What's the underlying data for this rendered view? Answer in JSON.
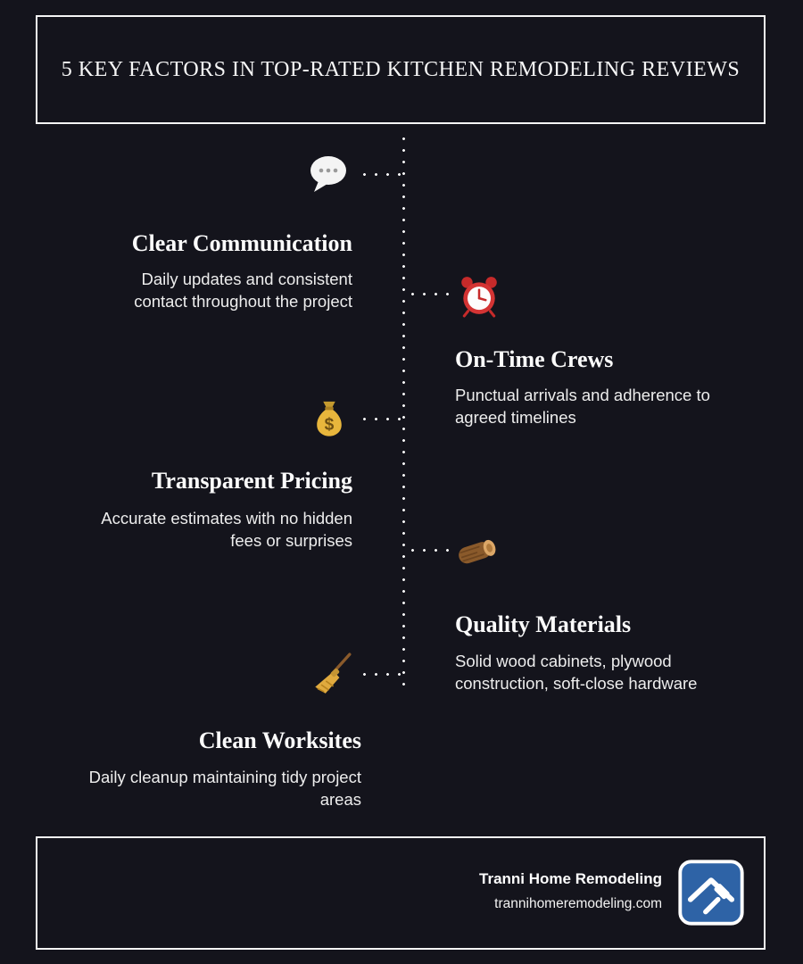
{
  "page": {
    "background": "#14141c",
    "text_color": "#f2f2f2",
    "logo_blue": "#2e63a6"
  },
  "header": {
    "title": "5 KEY FACTORS IN TOP-RATED KITCHEN REMODELING REVIEWS"
  },
  "items": [
    {
      "side": "left",
      "icon": "speech-balloon",
      "title": "Clear Communication",
      "description": "Daily updates and consistent contact throughout the project"
    },
    {
      "side": "right",
      "icon": "alarm-clock",
      "title": "On-Time Crews",
      "description": "Punctual arrivals and adherence to agreed timelines"
    },
    {
      "side": "left",
      "icon": "money-bag",
      "title": "Transparent Pricing",
      "description": "Accurate estimates with no hidden fees or surprises"
    },
    {
      "side": "right",
      "icon": "wood-log",
      "title": "Quality Materials",
      "description": "Solid wood cabinets, plywood construction, soft-close hardware"
    },
    {
      "side": "left",
      "icon": "broom",
      "title": "Clean Worksites",
      "description": "Daily cleanup maintaining tidy project areas"
    }
  ],
  "footer": {
    "company": "Tranni Home Remodeling",
    "website": "trannihomeremodeling.com"
  }
}
